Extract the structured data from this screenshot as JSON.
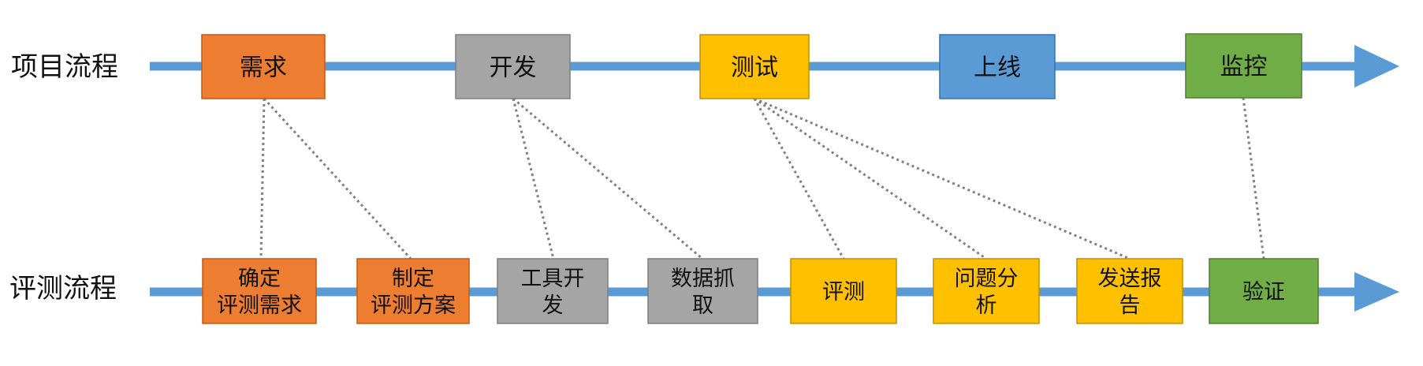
{
  "colors": {
    "timeline": "#5b9bd5",
    "orange": "#ed7d31",
    "gray": "#a5a5a5",
    "yellow": "#ffc000",
    "blue": "#5b9bd5",
    "green": "#70ad47",
    "connector": "#808080"
  },
  "rows": {
    "project_label": "项目流程",
    "eval_label": "评测流程"
  },
  "project_steps": [
    {
      "id": "req",
      "lines": [
        "需求"
      ],
      "color": "orange"
    },
    {
      "id": "dev",
      "lines": [
        "开发"
      ],
      "color": "gray"
    },
    {
      "id": "test",
      "lines": [
        "测试"
      ],
      "color": "yellow"
    },
    {
      "id": "live",
      "lines": [
        "上线"
      ],
      "color": "blue"
    },
    {
      "id": "mon",
      "lines": [
        "监控"
      ],
      "color": "green"
    }
  ],
  "eval_steps": [
    {
      "id": "e1",
      "lines": [
        "确定",
        "评测需求"
      ],
      "color": "orange"
    },
    {
      "id": "e2",
      "lines": [
        "制定",
        "评测方案"
      ],
      "color": "orange"
    },
    {
      "id": "e3",
      "lines": [
        "工具开",
        "发"
      ],
      "color": "gray"
    },
    {
      "id": "e4",
      "lines": [
        "数据抓",
        "取"
      ],
      "color": "gray"
    },
    {
      "id": "e5",
      "lines": [
        "评测"
      ],
      "color": "yellow"
    },
    {
      "id": "e6",
      "lines": [
        "问题分",
        "析"
      ],
      "color": "yellow"
    },
    {
      "id": "e7",
      "lines": [
        "发送报",
        "告"
      ],
      "color": "yellow"
    },
    {
      "id": "e8",
      "lines": [
        "验证"
      ],
      "color": "green"
    }
  ],
  "links": [
    [
      "req",
      "e1"
    ],
    [
      "req",
      "e2"
    ],
    [
      "dev",
      "e3"
    ],
    [
      "dev",
      "e4"
    ],
    [
      "test",
      "e5"
    ],
    [
      "test",
      "e6"
    ],
    [
      "test",
      "e7"
    ],
    [
      "mon",
      "e8"
    ]
  ]
}
